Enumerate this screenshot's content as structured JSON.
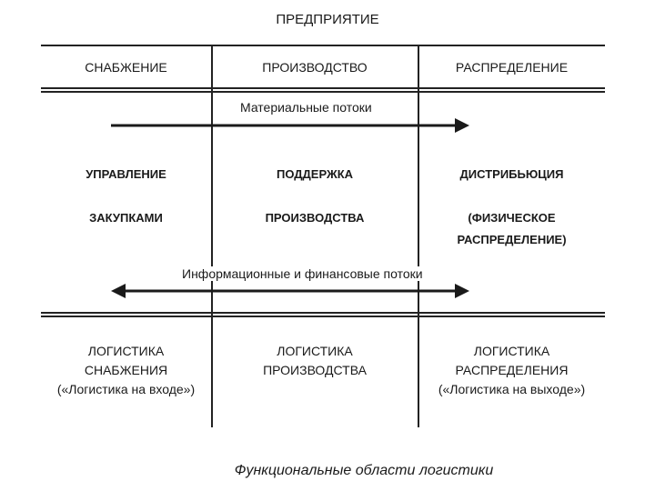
{
  "title": "ПРЕДПРИЯТИЕ",
  "columns": [
    {
      "header": "СНАБЖЕНИЕ",
      "mid_line1": "УПРАВЛЕНИЕ",
      "mid_line2": "ЗАКУПКАМИ",
      "mid_line3": "",
      "bottom_line1": "ЛОГИСТИКА",
      "bottom_line2": "СНАБЖЕНИЯ",
      "bottom_line3": "(«Логистика на входе»)"
    },
    {
      "header": "ПРОИЗВОДСТВО",
      "mid_line1": "ПОДДЕРЖКА",
      "mid_line2": "ПРОИЗВОДСТВА",
      "mid_line3": "",
      "bottom_line1": "ЛОГИСТИКА",
      "bottom_line2": "ПРОИЗВОДСТВА",
      "bottom_line3": ""
    },
    {
      "header": "РАСПРЕДЕЛЕНИЕ",
      "mid_line1": "ДИСТРИБЬЮЦИЯ",
      "mid_line2": "(ФИЗИЧЕСКОЕ",
      "mid_line3": "РАСПРЕДЕЛЕНИЕ)",
      "bottom_line1": "ЛОГИСТИКА",
      "bottom_line2": "РАСПРЕДЕЛЕНИЯ",
      "bottom_line3": "(«Логистика на выходе»)"
    }
  ],
  "material_flow": "Материальные потоки",
  "info_flow": "Информационные и финансовые потоки",
  "caption": "Функциональные области логистики"
}
